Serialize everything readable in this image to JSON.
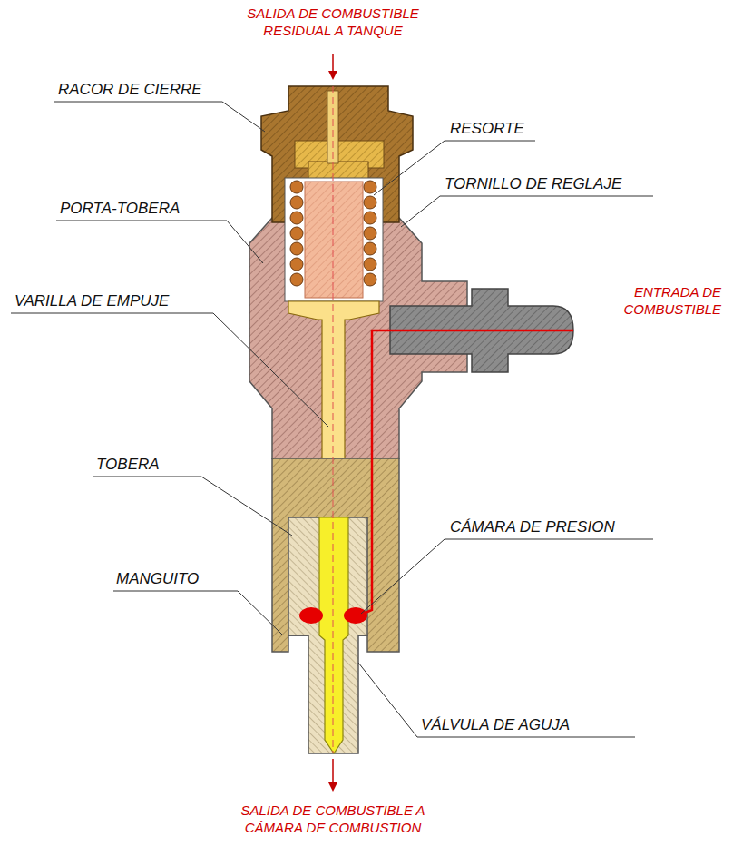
{
  "diagram": {
    "labels": [
      "SALIDA DE COMBUSTIBLE RESIDUAL A TANQUE",
      "RACOR DE CIERRE",
      "RESORTE",
      "TORNILLO DE REGLAJE",
      "PORTA-TOBERA",
      "ENTRADA DE COMBUSTIBLE",
      "VARILLA DE EMPUJE",
      "TOBERA",
      "CÁMARA DE PRESION",
      "MANGUITO",
      "VÁLVULA DE AGUJA",
      "SALIDA DE COMBUSTIBLE A CÁMARA DE COMBUSTION"
    ]
  }
}
